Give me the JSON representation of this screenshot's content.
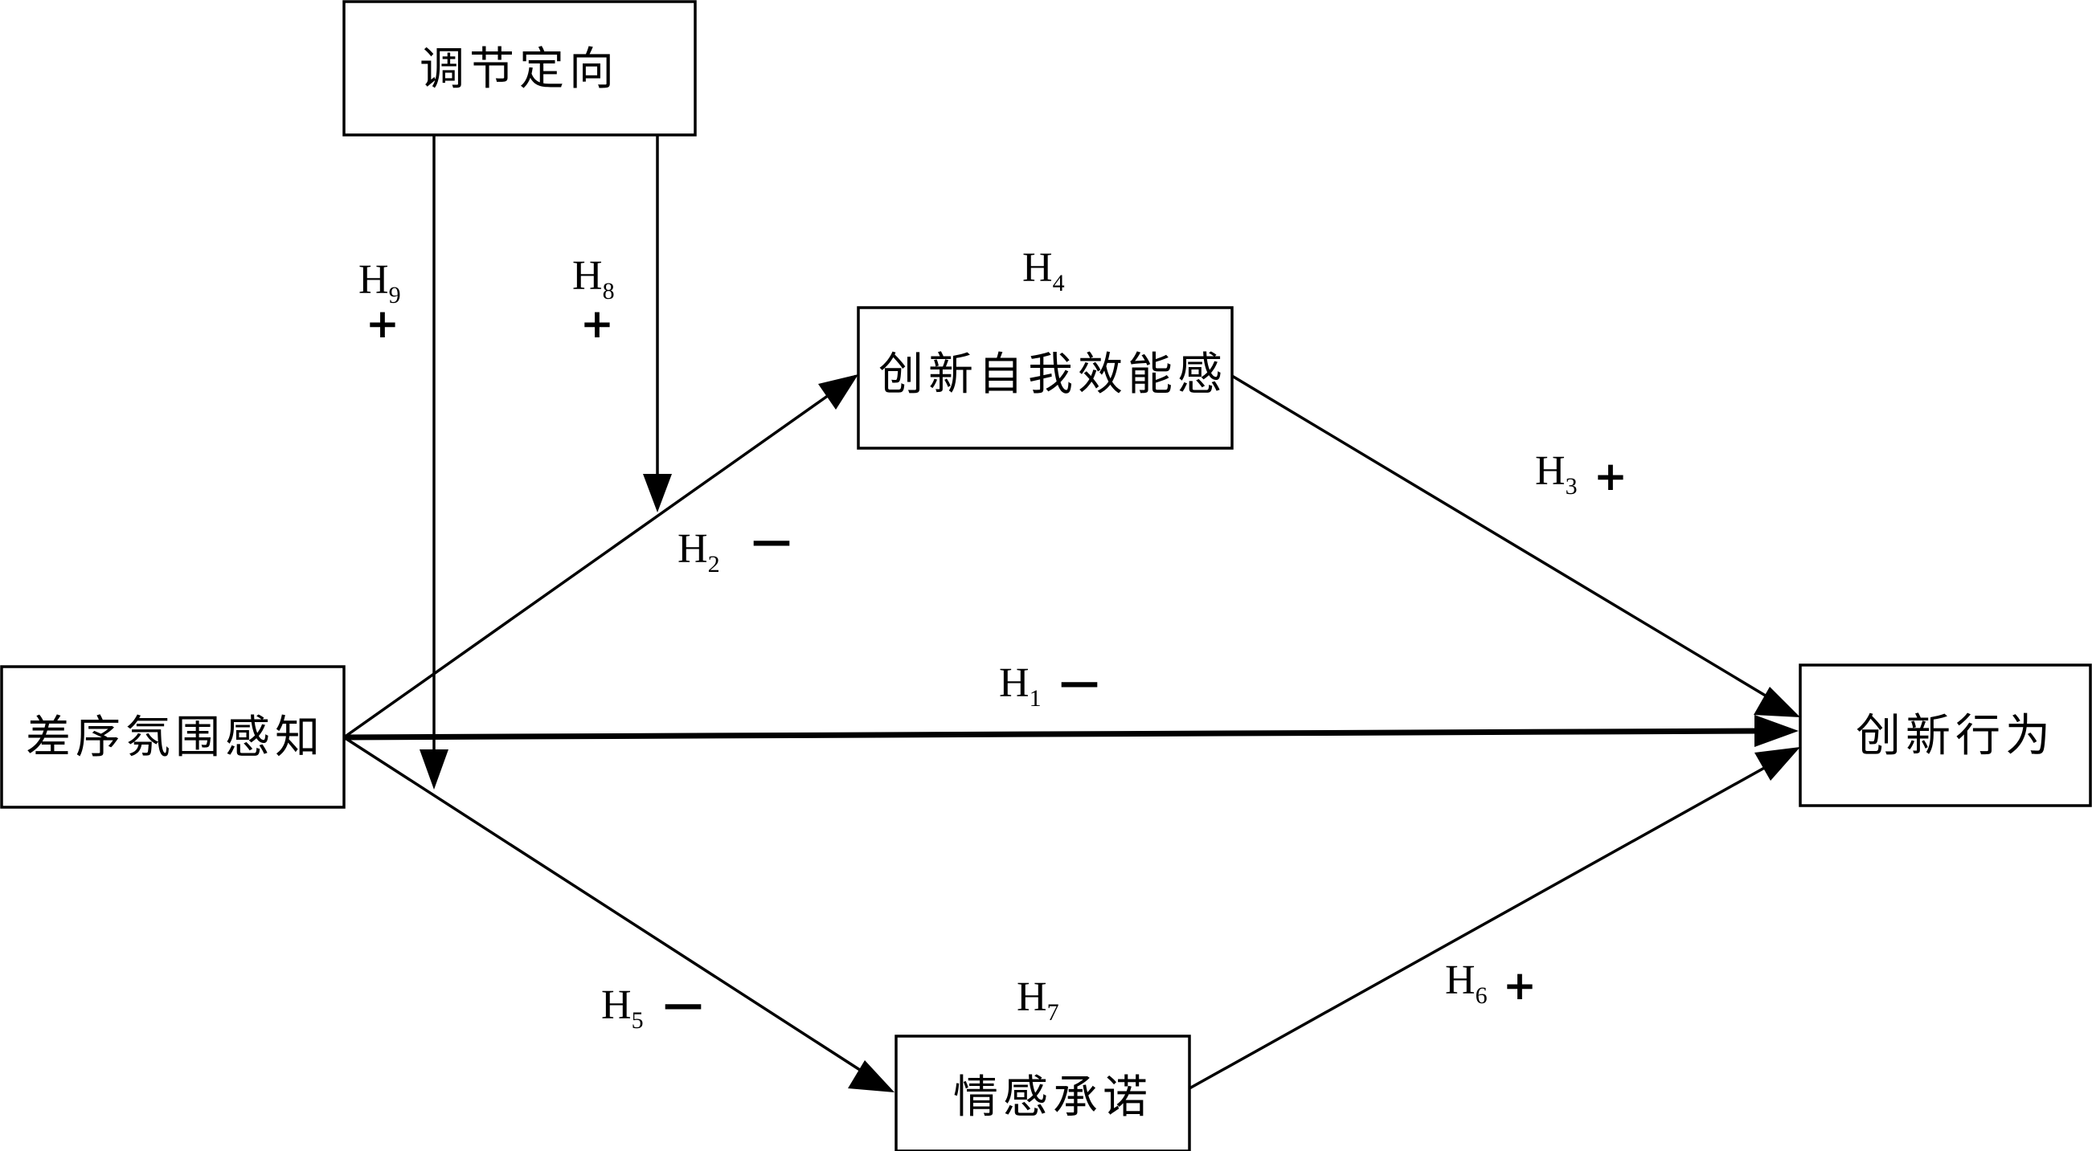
{
  "nodes": {
    "regulatory_focus": "调节定向",
    "self_efficacy": "创新自我效能感",
    "perceived_chaxu": "差序氛围感知",
    "innovative_behavior": "创新行为",
    "affective_commitment": "情感承诺"
  },
  "hypotheses": {
    "h1": {
      "letter": "H",
      "num": "1",
      "sign": "—"
    },
    "h2": {
      "letter": "H",
      "num": "2",
      "sign": "—"
    },
    "h3": {
      "letter": "H",
      "num": "3",
      "sign": "+"
    },
    "h4": {
      "letter": "H",
      "num": "4",
      "sign": ""
    },
    "h5": {
      "letter": "H",
      "num": "5",
      "sign": "—"
    },
    "h6": {
      "letter": "H",
      "num": "6",
      "sign": "+"
    },
    "h7": {
      "letter": "H",
      "num": "7",
      "sign": ""
    },
    "h8": {
      "letter": "H",
      "num": "8",
      "sign": "+"
    },
    "h9": {
      "letter": "H",
      "num": "9",
      "sign": "+"
    }
  },
  "edges": [
    {
      "from": "perceived_chaxu",
      "to": "self_efficacy",
      "hypothesis": "h2"
    },
    {
      "from": "perceived_chaxu",
      "to": "innovative_behavior",
      "hypothesis": "h1"
    },
    {
      "from": "perceived_chaxu",
      "to": "affective_commitment",
      "hypothesis": "h5"
    },
    {
      "from": "self_efficacy",
      "to": "innovative_behavior",
      "hypothesis": "h3"
    },
    {
      "from": "affective_commitment",
      "to": "innovative_behavior",
      "hypothesis": "h6"
    },
    {
      "from": "regulatory_focus",
      "to": "path_h2",
      "hypothesis": "h8"
    },
    {
      "from": "regulatory_focus",
      "to": "path_h5",
      "hypothesis": "h9"
    }
  ]
}
